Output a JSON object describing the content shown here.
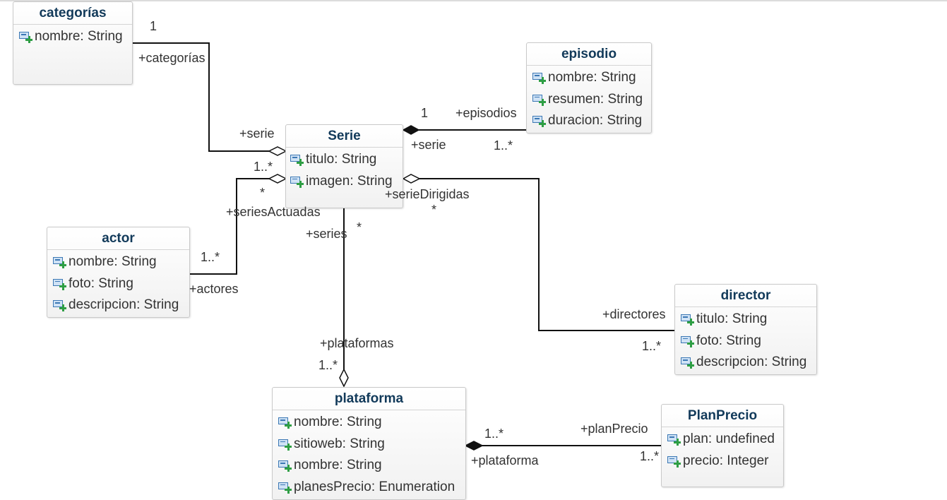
{
  "classes": {
    "categorias": {
      "name": "categorías",
      "attributes": [
        "nombre: String"
      ]
    },
    "episodio": {
      "name": "episodio",
      "attributes": [
        "nombre: String",
        "resumen: String",
        "duracion: String"
      ]
    },
    "serie": {
      "name": "Serie",
      "attributes": [
        "titulo: String",
        "imagen: String"
      ]
    },
    "actor": {
      "name": "actor",
      "attributes": [
        "nombre: String",
        "foto: String",
        "descripcion: String"
      ]
    },
    "director": {
      "name": "director",
      "attributes": [
        "titulo: String",
        "foto: String",
        "descripcion: String"
      ]
    },
    "plataforma": {
      "name": "plataforma",
      "attributes": [
        "nombre: String",
        "sitioweb: String",
        "nombre: String",
        "planesPrecio: Enumeration"
      ]
    },
    "planprecio": {
      "name": "PlanPrecio",
      "attributes": [
        "plan: undefined",
        "precio: Integer"
      ]
    }
  },
  "associations": {
    "categorias_serie": {
      "mult_a": "1",
      "role_a": "+categorías",
      "role_b": "+serie",
      "mult_b": "1..*"
    },
    "serie_episodio": {
      "mult_a": "1",
      "role_a": "+serie",
      "role_b": "+episodios",
      "mult_b": "1..*"
    },
    "serie_actor": {
      "mult_a": "*",
      "role_a": "+seriesActuadas",
      "mult_b": "1..*",
      "role_b": "+actores"
    },
    "serie_director": {
      "role_a": "+serieDirigidas",
      "mult_a": "*",
      "role_b": "+directores",
      "mult_b": "1..*"
    },
    "serie_plataforma": {
      "role_a": "+series",
      "mult_a": "*",
      "role_b": "+plataformas",
      "mult_b": "1..*"
    },
    "plataforma_planprecio": {
      "mult_a": "1..*",
      "role_a": "+plataforma",
      "role_b": "+planPrecio",
      "mult_b": "1..*"
    }
  }
}
